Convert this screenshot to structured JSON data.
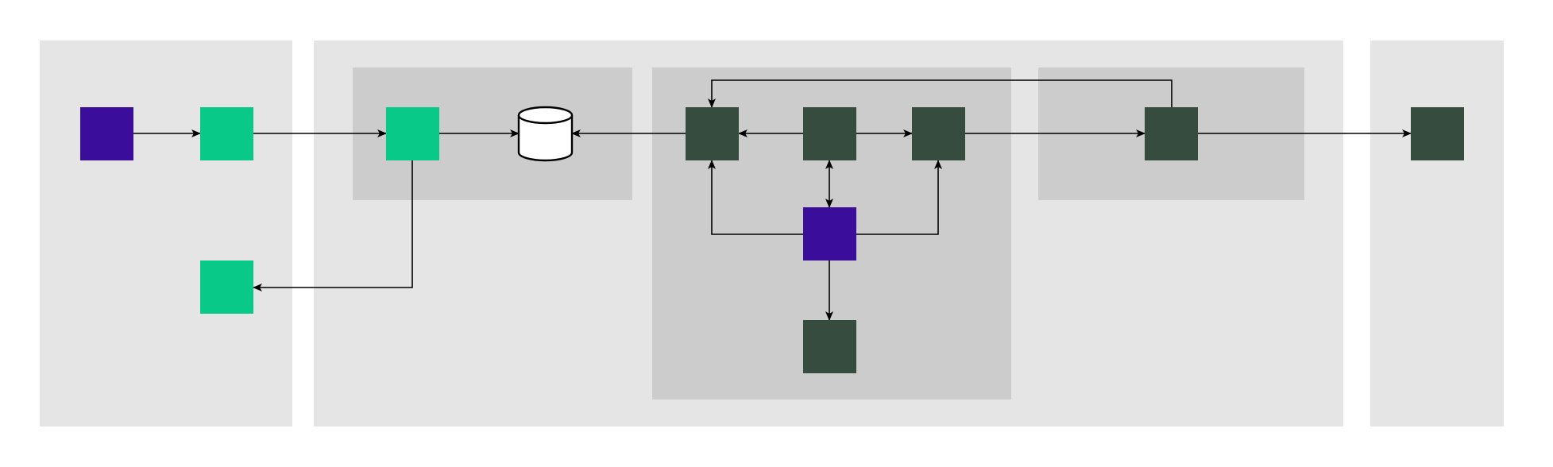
{
  "colors": {
    "background": "#ffffff",
    "outer_region": "#e5e5e5",
    "inner_group": "#cccccc",
    "purple_node": "#3a0e9a",
    "green_node": "#08c987",
    "dark_node": "#354c3f",
    "arrow": "#000000",
    "database_fill": "#ffffff"
  },
  "regions": [
    {
      "id": "region-left",
      "kind": "outer"
    },
    {
      "id": "region-center",
      "kind": "outer"
    },
    {
      "id": "region-right",
      "kind": "outer"
    }
  ],
  "groups": [
    {
      "id": "group-ingest",
      "parent": "region-center"
    },
    {
      "id": "group-process",
      "parent": "region-center"
    },
    {
      "id": "group-output",
      "parent": "region-center"
    }
  ],
  "nodes": [
    {
      "id": "n1",
      "shape": "square",
      "color": "purple"
    },
    {
      "id": "n2",
      "shape": "square",
      "color": "green"
    },
    {
      "id": "n3",
      "shape": "square",
      "color": "green"
    },
    {
      "id": "n4",
      "shape": "square",
      "color": "green"
    },
    {
      "id": "db",
      "shape": "cylinder",
      "color": "white"
    },
    {
      "id": "n5",
      "shape": "square",
      "color": "dark"
    },
    {
      "id": "n6",
      "shape": "square",
      "color": "dark"
    },
    {
      "id": "n7",
      "shape": "square",
      "color": "dark"
    },
    {
      "id": "n8",
      "shape": "square",
      "color": "purple"
    },
    {
      "id": "n9",
      "shape": "square",
      "color": "dark"
    },
    {
      "id": "n10",
      "shape": "square",
      "color": "dark"
    },
    {
      "id": "n11",
      "shape": "square",
      "color": "dark"
    }
  ],
  "edges": [
    {
      "from": "n1",
      "to": "n2",
      "direction": "forward"
    },
    {
      "from": "n2",
      "to": "n4",
      "direction": "forward"
    },
    {
      "from": "n4",
      "to": "db",
      "direction": "forward"
    },
    {
      "from": "n4",
      "to": "n3",
      "direction": "forward"
    },
    {
      "from": "n5",
      "to": "db",
      "direction": "forward"
    },
    {
      "from": "n6",
      "to": "n5",
      "direction": "forward"
    },
    {
      "from": "n6",
      "to": "n7",
      "direction": "forward"
    },
    {
      "from": "n6",
      "to": "n8",
      "direction": "both"
    },
    {
      "from": "n8",
      "to": "n5",
      "direction": "forward"
    },
    {
      "from": "n8",
      "to": "n7",
      "direction": "forward"
    },
    {
      "from": "n8",
      "to": "n9",
      "direction": "forward"
    },
    {
      "from": "n7",
      "to": "n10",
      "direction": "forward"
    },
    {
      "from": "n10",
      "to": "n5",
      "direction": "forward"
    },
    {
      "from": "n10",
      "to": "n11",
      "direction": "forward"
    }
  ]
}
